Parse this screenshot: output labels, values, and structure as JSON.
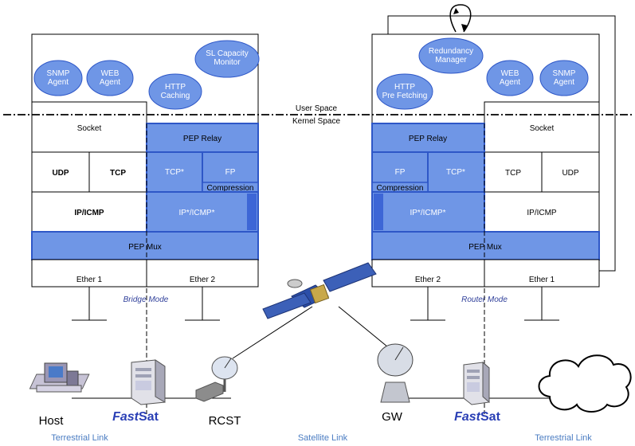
{
  "colors": {
    "pep_fill": "#6f96e6",
    "pep_border": "#2e57c7",
    "outline": "#000000",
    "italic_label": "#2f3f9a",
    "caption": "#4a7cc2",
    "fastsat_brand": "#2a3fb5"
  },
  "space_labels": {
    "user": "User Space",
    "kernel": "Kernel Space"
  },
  "left_pep": {
    "mode_label": "Bridge Mode",
    "apps": {
      "snmp_agent": "SNMP\nAgent",
      "web_agent": "WEB\nAgent",
      "sl_capacity_monitor": "SL Capacity\nMonitor",
      "http_caching": "HTTP\nCaching"
    },
    "stack": {
      "socket": "Socket",
      "udp": "UDP",
      "tcp": "TCP",
      "ip_icmp": "IP/ICMP",
      "pep_relay": "PEP Relay",
      "tcp_star": "TCP*",
      "fp": "FP",
      "compression": "Compression",
      "ip_star_icmp_star": "IP*/ICMP*",
      "pep_mux": "PEP Mux",
      "ether1": "Ether 1",
      "ether2": "Ether 2"
    }
  },
  "right_pep": {
    "mode_label": "Router Mode",
    "apps": {
      "redundancy_manager": "Redundancy\nManager",
      "http_pre_fetching": "HTTP\nPre Fetching",
      "web_agent": "WEB\nAgent",
      "snmp_agent": "SNMP\nAgent"
    },
    "stack": {
      "socket": "Socket",
      "pep_relay": "PEP Relay",
      "fp": "FP",
      "tcp_star": "TCP*",
      "compression": "Compression",
      "tcp": "TCP",
      "udp": "UDP",
      "ip_star_icmp_star": "IP*/ICMP*",
      "ip_icmp": "IP/ICMP",
      "pep_mux": "PEP Mux",
      "ether2": "Ether 2",
      "ether1": "Ether 1"
    }
  },
  "nodes": {
    "host": "Host",
    "fastsat_left": {
      "fast": "Fast",
      "sat": "Sat"
    },
    "rcst": "RCST",
    "gw": "GW",
    "fastsat_right": {
      "fast": "Fast",
      "sat": "Sat"
    }
  },
  "links": {
    "terrestrial_left": "Terrestrial Link",
    "satellite": "Satellite Link",
    "terrestrial_right": "Terrestrial Link"
  },
  "icons": [
    "computer-icon",
    "server-tower-icon",
    "satellite-dish-icon",
    "satellite-icon",
    "cloud-icon",
    "modem-icon"
  ]
}
